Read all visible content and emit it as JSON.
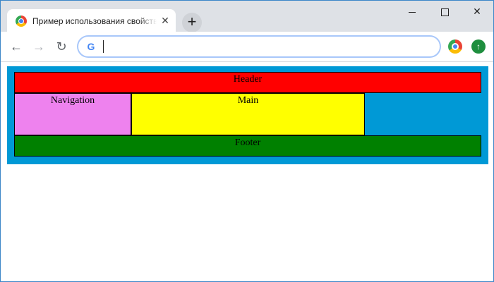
{
  "browser": {
    "tab": {
      "title": "Пример использования свойства",
      "close_glyph": "✕",
      "favicon": "chrome-favicon-icon"
    },
    "new_tab_glyph": "+",
    "window_controls": {
      "close_glyph": "✕"
    },
    "toolbar": {
      "back_glyph": "←",
      "forward_glyph": "→",
      "reload_glyph": "↻",
      "omnibox_value": "",
      "omnibox_g": "G",
      "update_glyph": "↑"
    }
  },
  "page": {
    "header": "Header",
    "navigation": "Navigation",
    "main": "Main",
    "footer": "Footer"
  },
  "colors": {
    "container": "#0099d6",
    "header": "#ff0000",
    "navigation": "#ee82ee",
    "main": "#ffff00",
    "footer": "#008000"
  }
}
